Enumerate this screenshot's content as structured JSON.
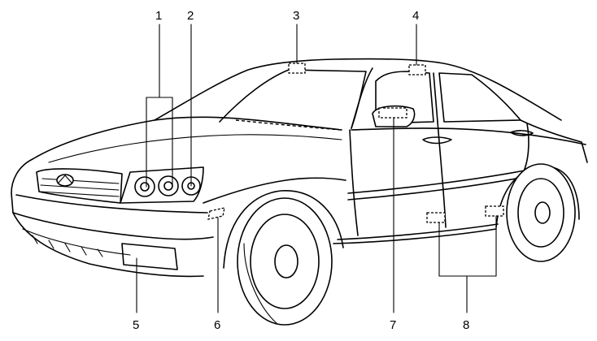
{
  "diagram": {
    "callouts": [
      {
        "id": "c1",
        "label": "1"
      },
      {
        "id": "c2",
        "label": "2"
      },
      {
        "id": "c3",
        "label": "3"
      },
      {
        "id": "c4",
        "label": "4"
      },
      {
        "id": "c5",
        "label": "5"
      },
      {
        "id": "c6",
        "label": "6"
      },
      {
        "id": "c7",
        "label": "7"
      },
      {
        "id": "c8",
        "label": "8"
      }
    ]
  }
}
